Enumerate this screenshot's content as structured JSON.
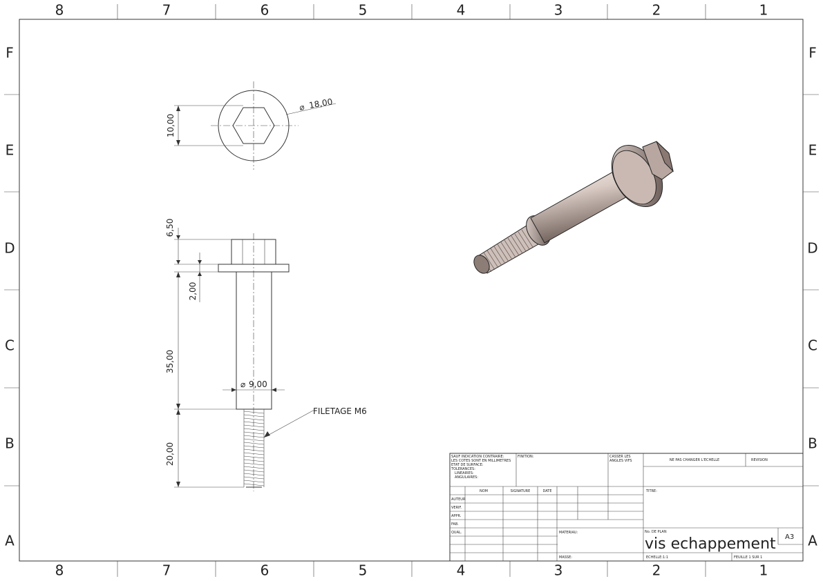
{
  "sheet": {
    "zones_top": [
      "8",
      "7",
      "6",
      "5",
      "4",
      "3",
      "2",
      "1"
    ],
    "zones_side": [
      "F",
      "E",
      "D",
      "C",
      "B",
      "A"
    ]
  },
  "views": {
    "top": {
      "dim_flats": "10,00",
      "dim_diameter": "18,00"
    },
    "front": {
      "dim_head": "6,50",
      "dim_collar": "2,00",
      "dim_shank": "35,00",
      "dim_thread": "20,00",
      "dim_shank_dia": "9,00",
      "thread_note": "FILETAGE M6"
    }
  },
  "title_block": {
    "notes": [
      "SAUF INDICATION CONTRAIRE:",
      "LES COTES SONT EN MILLIMETRES",
      "ETAT DE SURFACE:",
      "TOLERANCES:",
      "LINEAIRES:",
      "ANGULAIRES:"
    ],
    "finition": "FINITION:",
    "casser": [
      "CASSER LES",
      "ANGLES VIFS"
    ],
    "no_scale": "NE PAS CHANGER L'ECHELLE",
    "revision": "REVISION",
    "col_nom": "NOM",
    "col_signature": "SIGNATURE",
    "col_date": "DATE",
    "rows": [
      "AUTEUR",
      "VERIF.",
      "APPR.",
      "FAB.",
      "QUAL."
    ],
    "titre": "TITRE:",
    "materiau": "MATERIAU:",
    "no_plan": "No. DE PLAN",
    "drawing_title": "vis echappement",
    "format": "A3",
    "masse": "MASSE:",
    "echelle": "ECHELLE:1:1",
    "feuille": "FEUILLE 1 SUR 1"
  }
}
